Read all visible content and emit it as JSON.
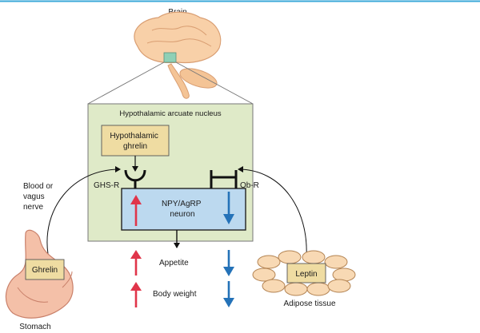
{
  "labels": {
    "brain": "Brain",
    "nucleus": "Hypothalamic arcuate nucleus",
    "hypothalamic_ghrelin": [
      "Hypothalamic",
      "ghrelin"
    ],
    "blood_or_vagus": [
      "Blood or",
      "vagus",
      "nerve"
    ],
    "ghs_r": "GHS-R",
    "ob_r": "Ob-R",
    "neuron": [
      "NPY/AgRP",
      "neuron"
    ],
    "appetite": "Appetite",
    "body_weight": "Body weight",
    "ghrelin": "Ghrelin",
    "stomach": "Stomach",
    "leptin": "Leptin",
    "adipose": "Adipose tissue"
  },
  "colors": {
    "accent_line": "#3aa8d8",
    "nucleus_fill": "#dfeac8",
    "nucleus_border": "#777777",
    "neuron_fill": "#bcd9ef",
    "neuron_border": "#222222",
    "label_box_fill": "#efdca2",
    "tissue_fill": "#f8d9b4",
    "up_arrow": "#e0354a",
    "down_arrow": "#2472b8"
  },
  "icons": {
    "brain": "brain-icon",
    "stomach": "stomach-icon",
    "adipose": "adipose-tissue-icon",
    "ghs_receptor": "receptor-icon",
    "ob_receptor": "receptor-icon"
  }
}
